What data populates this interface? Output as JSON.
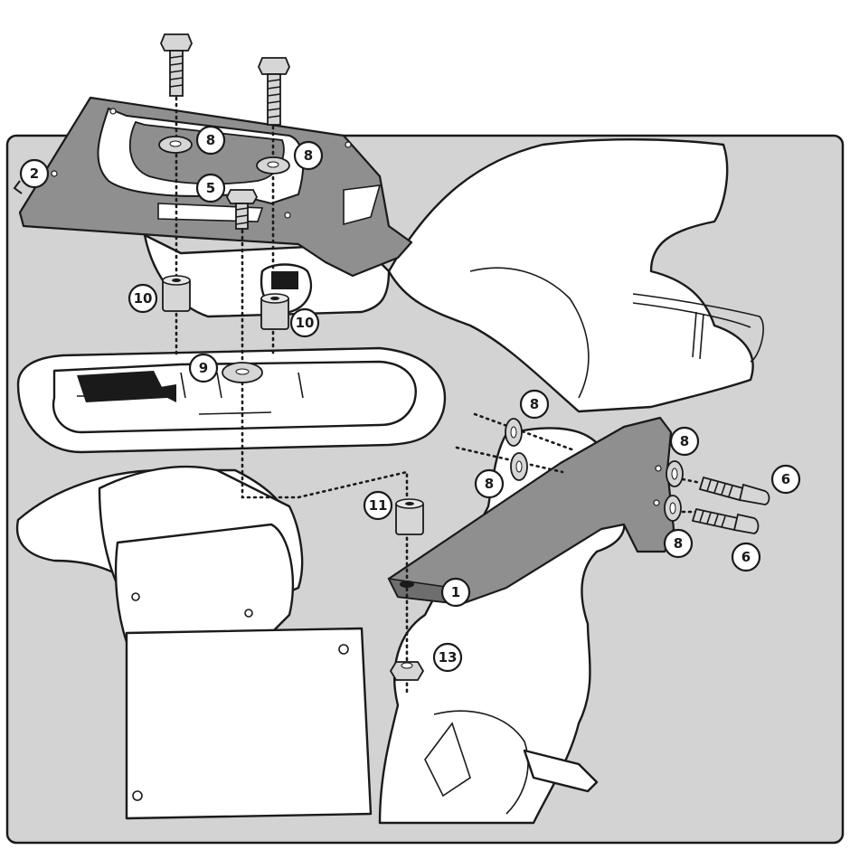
{
  "colors": {
    "background_panel": "#d3d3d3",
    "part_grey": "#8f8f8f",
    "hardware_grey": "#d6d6d6",
    "outline": "#1a1a1a",
    "white": "#ffffff"
  },
  "callouts": {
    "c1": "1",
    "c2": "2",
    "c5": "5",
    "c6a": "6",
    "c6b": "6",
    "c8a": "8",
    "c8b": "8",
    "c8c": "8",
    "c8d": "8",
    "c8e": "8",
    "c8f": "8",
    "c9": "9",
    "c10a": "10",
    "c10b": "10",
    "c11": "11",
    "c13": "13"
  }
}
